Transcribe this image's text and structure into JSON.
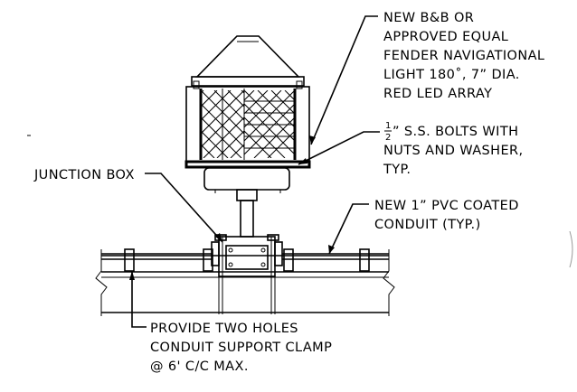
{
  "callouts": {
    "light": {
      "lines": [
        "NEW B&B OR",
        "APPROVED EQUAL",
        "FENDER NAVIGATIONAL",
        "LIGHT 180˚, 7” DIA.",
        "RED LED ARRAY"
      ]
    },
    "bolts": {
      "fraction_num": "1",
      "fraction_den": "2",
      "lines": [
        "” S.S. BOLTS WITH",
        "NUTS AND WASHER,",
        "TYP."
      ]
    },
    "junction_box": {
      "label": "JUNCTION BOX"
    },
    "conduit": {
      "lines": [
        "NEW 1” PVC COATED",
        "CONDUIT (TYP.)"
      ]
    },
    "holes": {
      "lines": [
        "PROVIDE TWO HOLES",
        "CONDUIT SUPPORT CLAMP",
        "@ 6' C/C MAX."
      ]
    }
  }
}
